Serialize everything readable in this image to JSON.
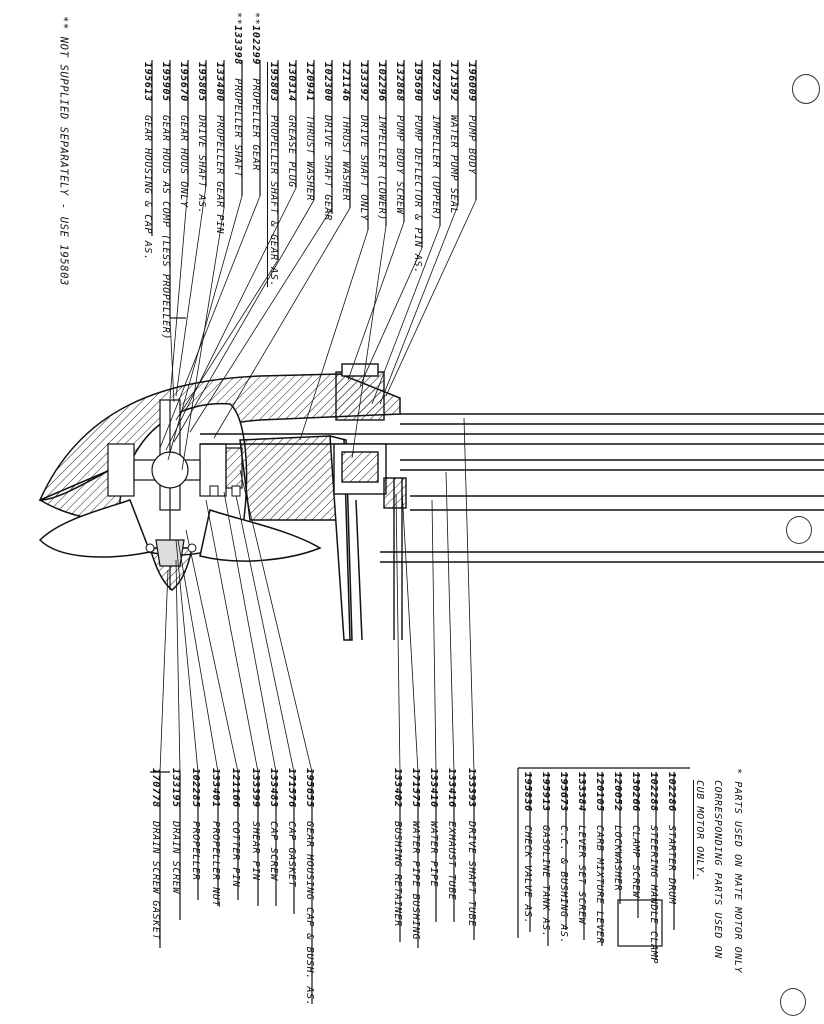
{
  "notes": {
    "not_supplied": "** NOT SUPPLIED SEPARATELY - USE 195803",
    "mate_line1": "* PARTS USED ON MATE MOTOR ONLY",
    "mate_line2": "CORRESPONDING PARTS USED ON",
    "mate_line3": "CUB MOTOR ONLY."
  },
  "left_parts": [
    {
      "number": "196009",
      "name": "PUMP BODY",
      "mark": ""
    },
    {
      "number": "171592",
      "name": "WATER PUMP SEAL",
      "mark": ""
    },
    {
      "number": "102295",
      "name": "IMPELLER (UPPER)",
      "mark": ""
    },
    {
      "number": "195690",
      "name": "PUMP DEFLECTOR & PIN AS.",
      "mark": ""
    },
    {
      "number": "132868",
      "name": "PUMP BODY SCREW",
      "mark": ""
    },
    {
      "number": "102296",
      "name": "IMPELLER (LOWER)",
      "mark": ""
    },
    {
      "number": "133392",
      "name": "DRIVE SHAFT ONLY",
      "mark": ""
    },
    {
      "number": "121146",
      "name": "THRUST WASHER",
      "mark": ""
    },
    {
      "number": "102300",
      "name": "DRIVE SHAFT GEAR",
      "mark": ""
    },
    {
      "number": "120941",
      "name": "THRUST WASHER",
      "mark": ""
    },
    {
      "number": "130314",
      "name": "GREASE PLUG",
      "mark": ""
    },
    {
      "number": "195803",
      "name": "PROPELLER SHAFT & GEAR AS.",
      "mark": ""
    },
    {
      "number": "102299",
      "name": "PROPELLER GEAR",
      "mark": "**"
    },
    {
      "number": "133398",
      "name": "PROPELLER SHAFT",
      "mark": "**"
    },
    {
      "number": "133400",
      "name": "PROPELLER GEAR PIN",
      "mark": ""
    },
    {
      "number": "195805",
      "name": "DRIVE SHAFT AS.",
      "mark": ""
    },
    {
      "number": "195670",
      "name": "GEAR HOUS ONLY",
      "mark": ""
    },
    {
      "number": "195905",
      "name": "GEAR HOUS AS COMP (LESS PROPELLER)",
      "mark": ""
    },
    {
      "number": "195613",
      "name": "GEAR HOUSING & CAP AS.",
      "mark": ""
    }
  ],
  "bottom_parts": [
    {
      "number": "170778",
      "name": "DRAIN SCREW GASKET"
    },
    {
      "number": "133195",
      "name": "DRAIN SCREW"
    },
    {
      "number": "102285",
      "name": "PROPELLER"
    },
    {
      "number": "133401",
      "name": "PROPELLER NUT"
    },
    {
      "number": "121166",
      "name": "COTTER PIN"
    },
    {
      "number": "133399",
      "name": "SHEAR PIN"
    },
    {
      "number": "133483",
      "name": "CAP SCREW"
    },
    {
      "number": "171576",
      "name": "CAP GASKET"
    },
    {
      "number": "195655",
      "name": "GEAR HOUSING CAP & BUSH. AS."
    },
    {
      "number": "133402",
      "name": "BUSHING RETAINER"
    },
    {
      "number": "171575",
      "name": "WATER PIPE BUSHING"
    },
    {
      "number": "133410",
      "name": "WATER PIPE"
    },
    {
      "number": "133416",
      "name": "EXHAUST TUBE"
    },
    {
      "number": "133393",
      "name": "DRIVE SHAFT TUBE"
    }
  ],
  "mate_parts": [
    {
      "number": "195836",
      "name": "CHECK VALVE AS."
    },
    {
      "number": "195913",
      "name": "GASOLINE TANK AS."
    },
    {
      "number": "195673",
      "name": "C.C. & BUSHING AS."
    },
    {
      "number": "133384",
      "name": "LEVER SET SCREW"
    },
    {
      "number": "120105",
      "name": "CARB MIXTURE LEVER"
    },
    {
      "number": "120052",
      "name": "LOCKWASHER"
    },
    {
      "number": "130266",
      "name": "CLAMP SCREW"
    },
    {
      "number": "102288",
      "name": "STEERING HANDLE CLAMP"
    },
    {
      "number": "102286",
      "name": "STARTER DRUM"
    }
  ]
}
